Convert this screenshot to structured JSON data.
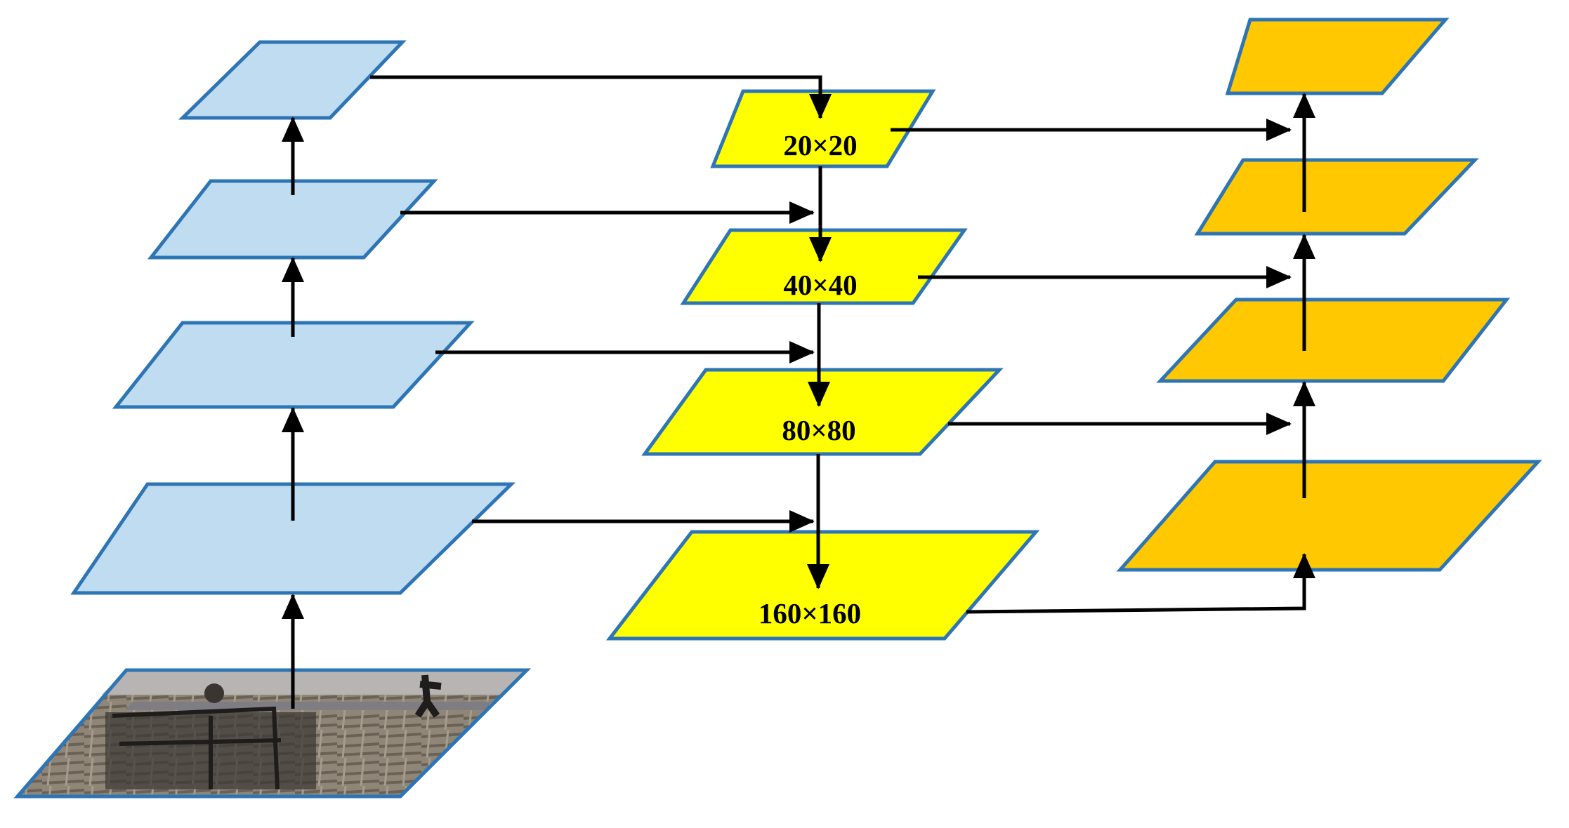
{
  "colors": {
    "backbone_fill": "#bfdcf0",
    "neck_fill": "#ffff00",
    "head_fill": "#ffc800",
    "outline": "#2e75b6",
    "arrow": "#000000"
  },
  "neck_labels": [
    "20×20",
    "40×40",
    "80×80",
    "160×160"
  ]
}
